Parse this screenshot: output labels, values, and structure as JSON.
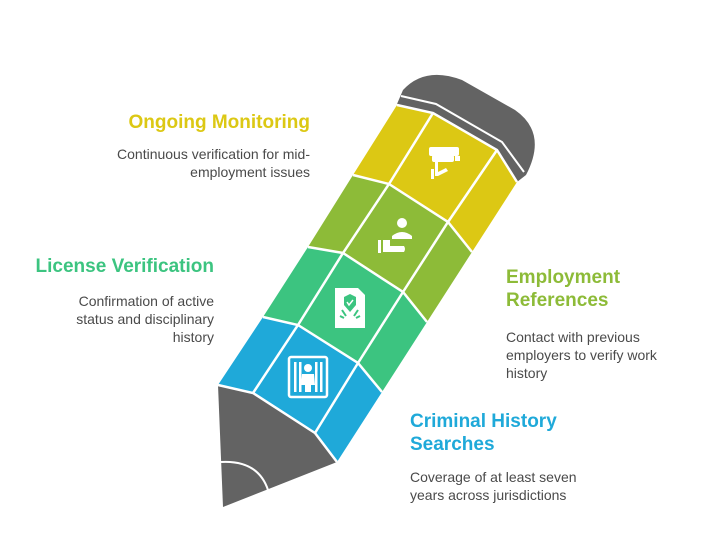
{
  "colors": {
    "monitoring": "#DCC814",
    "references": "#8DBB38",
    "license": "#3CC480",
    "criminal": "#1FA9D9",
    "pencil_dark": "#636363"
  },
  "steps": [
    {
      "title": "Ongoing Monitoring",
      "description": "Continuous verification for mid-employment issues",
      "icon": "security-camera-icon"
    },
    {
      "title": "Employment References",
      "description": "Contact with previous employers to verify work history",
      "icon": "person-handshake-icon"
    },
    {
      "title": "License Verification",
      "description": "Confirmation of active status and disciplinary history",
      "icon": "certificate-shield-icon"
    },
    {
      "title": "Criminal History Searches",
      "description": "Coverage of at least seven years across jurisdictions",
      "icon": "prison-bars-icon"
    }
  ]
}
